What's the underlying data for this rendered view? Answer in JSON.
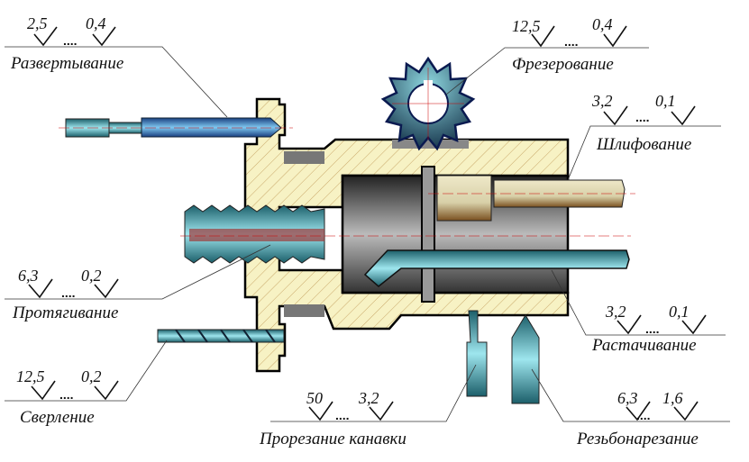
{
  "operations": [
    {
      "name": "Развертывание",
      "rough_from": "2,5",
      "rough_to": "0,4",
      "dots": "...."
    },
    {
      "name": "Фрезерование",
      "rough_from": "12,5",
      "rough_to": "0,4",
      "dots": "...."
    },
    {
      "name": "Шлифование",
      "rough_from": "3,2",
      "rough_to": "0,1",
      "dots": "...."
    },
    {
      "name": "Протягивание",
      "rough_from": "6,3",
      "rough_to": "0,2",
      "dots": "...."
    },
    {
      "name": "Растачивание",
      "rough_from": "3,2",
      "rough_to": "0,1",
      "dots": "...."
    },
    {
      "name": "Сверление",
      "rough_from": "12,5",
      "rough_to": "0,2",
      "dots": "...."
    },
    {
      "name": "Прорезание канавки",
      "rough_from": "50",
      "rough_to": "3,2",
      "dots": "...."
    },
    {
      "name": "Резьбонарезание",
      "rough_from": "6,3",
      "rough_to": "1,6",
      "dots": "...."
    }
  ],
  "colors": {
    "part_fill": "#f7f2c4",
    "tool_cyan": "#3fa6b0",
    "tool_blue": "#2f7fc0",
    "bore_dark": "#555555"
  }
}
